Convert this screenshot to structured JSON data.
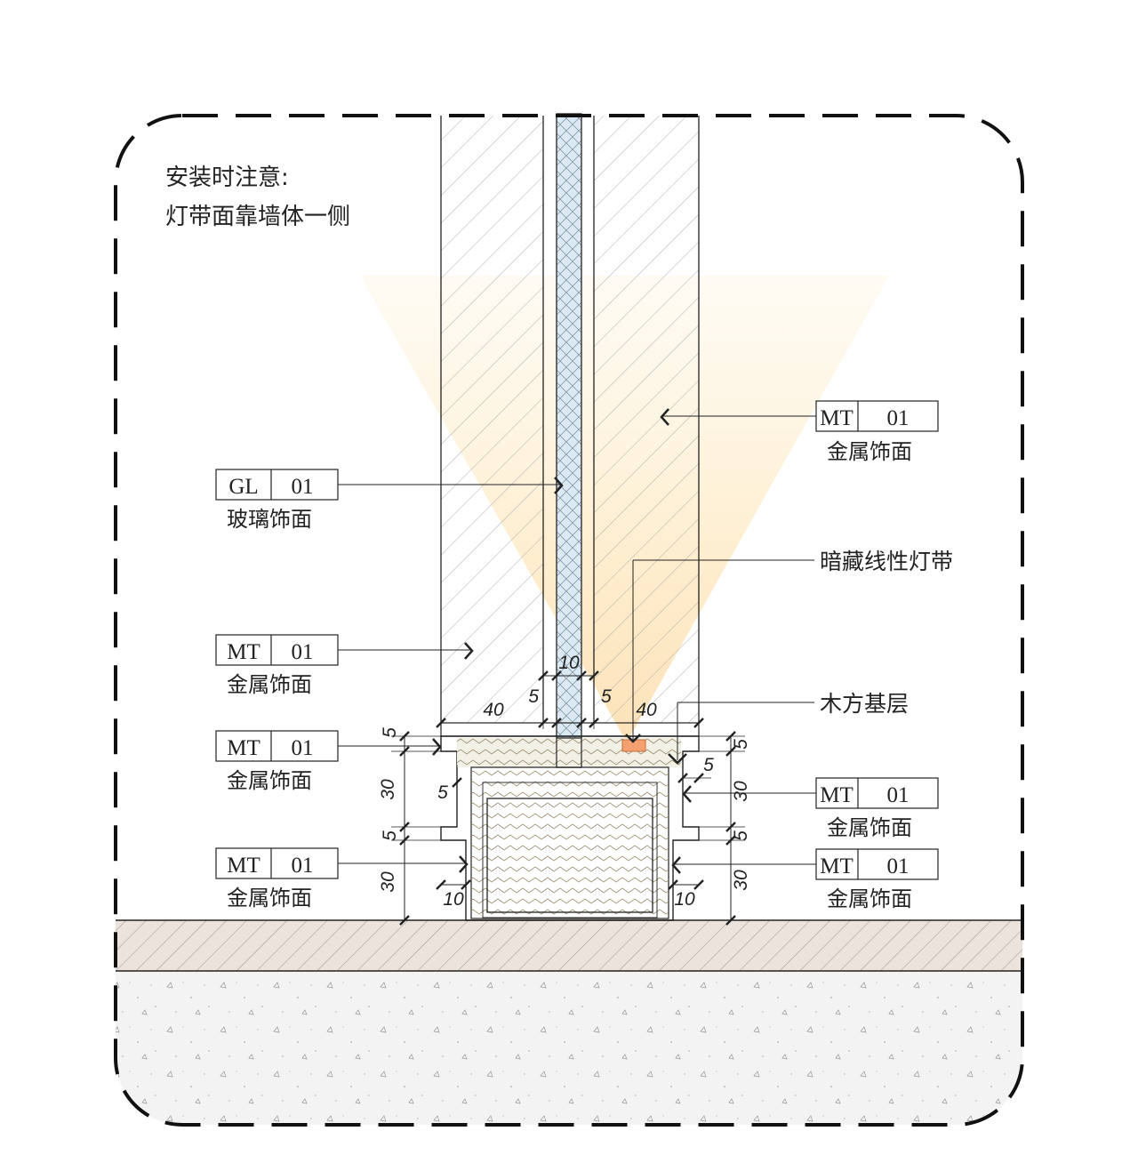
{
  "note": {
    "line1": "安装时注意:",
    "line2": "灯带面靠墙体一侧"
  },
  "tags": [
    {
      "code": "MT",
      "num": "01",
      "desc": "金属饰面"
    },
    {
      "code": "GL",
      "num": "01",
      "desc": "玻璃饰面"
    },
    {
      "code": "MT",
      "num": "01",
      "desc": "金属饰面"
    },
    {
      "code": "MT",
      "num": "01",
      "desc": "金属饰面"
    },
    {
      "code": "MT",
      "num": "01",
      "desc": "金属饰面"
    },
    {
      "code": "MT",
      "num": "01",
      "desc": "金属饰面"
    },
    {
      "code": "MT",
      "num": "01",
      "desc": "金属饰面"
    }
  ],
  "labels": {
    "led": "暗藏线性灯带",
    "wood": "木方基层"
  },
  "dims": {
    "glass": "10",
    "gap_left": "5",
    "gap_right": "5",
    "width_left": "40",
    "width_right": "40",
    "top_left": "5",
    "top_right": "5",
    "step_left": "5",
    "step_right": "5",
    "h_upper_left": "30",
    "h_upper_right": "30",
    "mid_left": "5",
    "mid_right": "5",
    "h_lower_left": "30",
    "h_lower_right": "30",
    "base_left": "10",
    "base_right": "10"
  },
  "colors": {
    "ink": "#222222",
    "glass": "#dbe9f3",
    "wood_orange": "#f4a070",
    "light_glow": "#fde7b8",
    "floor_finish": "#ece3dc",
    "concrete": "#f2f2f2",
    "frame_fill": "#f3f0e6"
  }
}
